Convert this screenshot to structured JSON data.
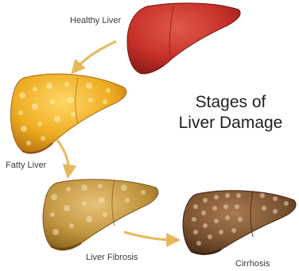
{
  "title": {
    "line1": "Stages of",
    "line2": "Liver Damage"
  },
  "stages": [
    {
      "label": "Healthy Liver",
      "color": "#c8322a",
      "icon": "healthy-liver-icon"
    },
    {
      "label": "Fatty Liver",
      "color": "#e8a825",
      "icon": "fatty-liver-icon"
    },
    {
      "label": "Liver Fibrosis",
      "color": "#b98a36",
      "icon": "fibrosis-liver-icon"
    },
    {
      "label": "Cirrhosis",
      "color": "#7a5330",
      "icon": "cirrhosis-liver-icon"
    }
  ],
  "colors": {
    "arrow": "#e6b85c",
    "title_text": "#1f1f1f",
    "label_text": "#3a3a3a"
  }
}
